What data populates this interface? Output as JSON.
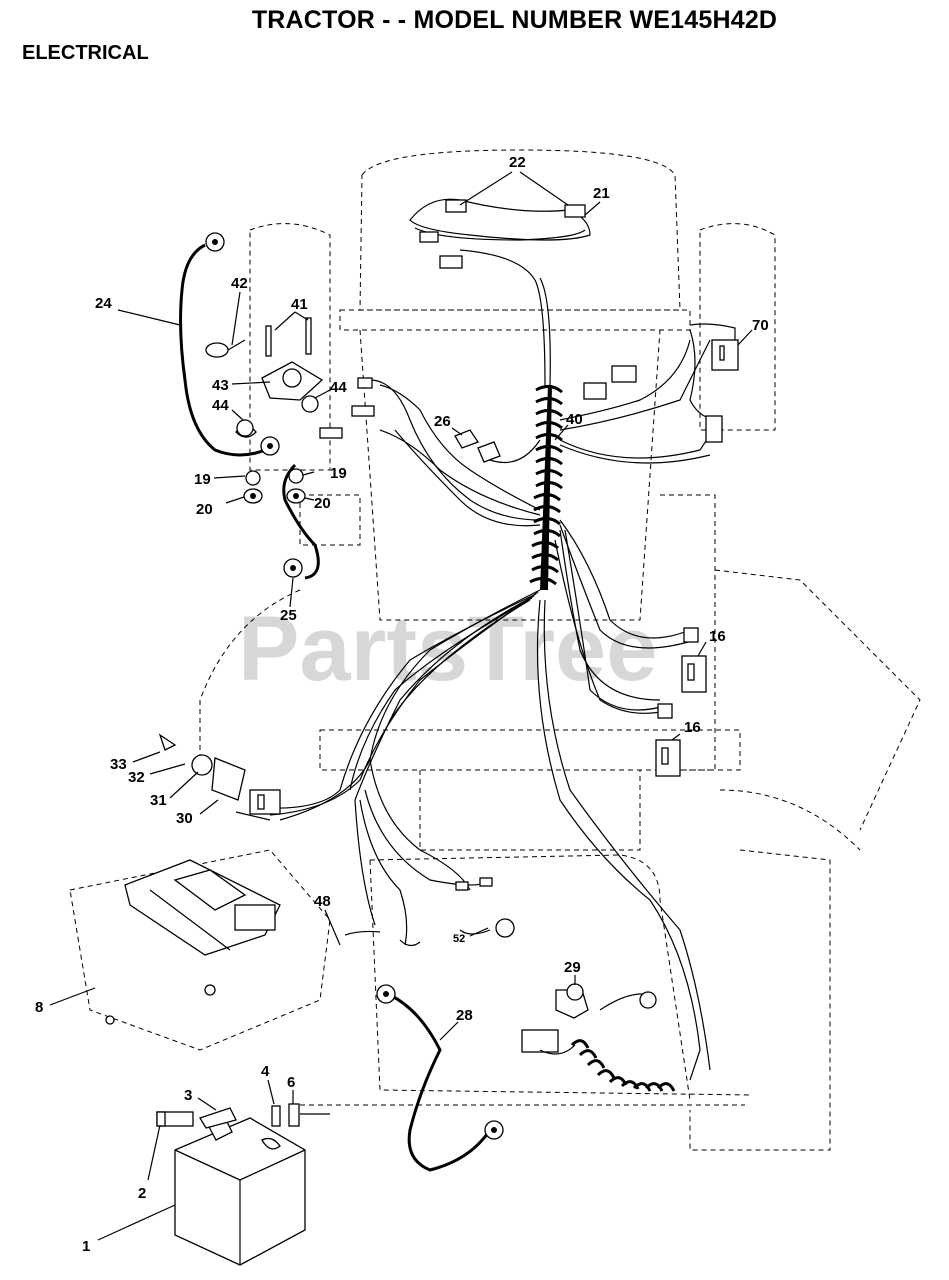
{
  "header": {
    "title": "TRACTOR - - MODEL NUMBER WE145H42D",
    "section": "ELECTRICAL"
  },
  "watermark": "PartsTree",
  "callouts": {
    "c1": "1",
    "c2": "2",
    "c3": "3",
    "c4": "4",
    "c6": "6",
    "c8": "8",
    "c16a": "16",
    "c16b": "16",
    "c19a": "19",
    "c19b": "19",
    "c20a": "20",
    "c20b": "20",
    "c21": "21",
    "c22": "22",
    "c24": "24",
    "c25": "25",
    "c26": "26",
    "c28": "28",
    "c29": "29",
    "c30": "30",
    "c31": "31",
    "c32": "32",
    "c33": "33",
    "c40": "40",
    "c41": "41",
    "c42": "42",
    "c43": "43",
    "c44a": "44",
    "c44b": "44",
    "c48": "48",
    "c52": "52",
    "c70": "70"
  }
}
